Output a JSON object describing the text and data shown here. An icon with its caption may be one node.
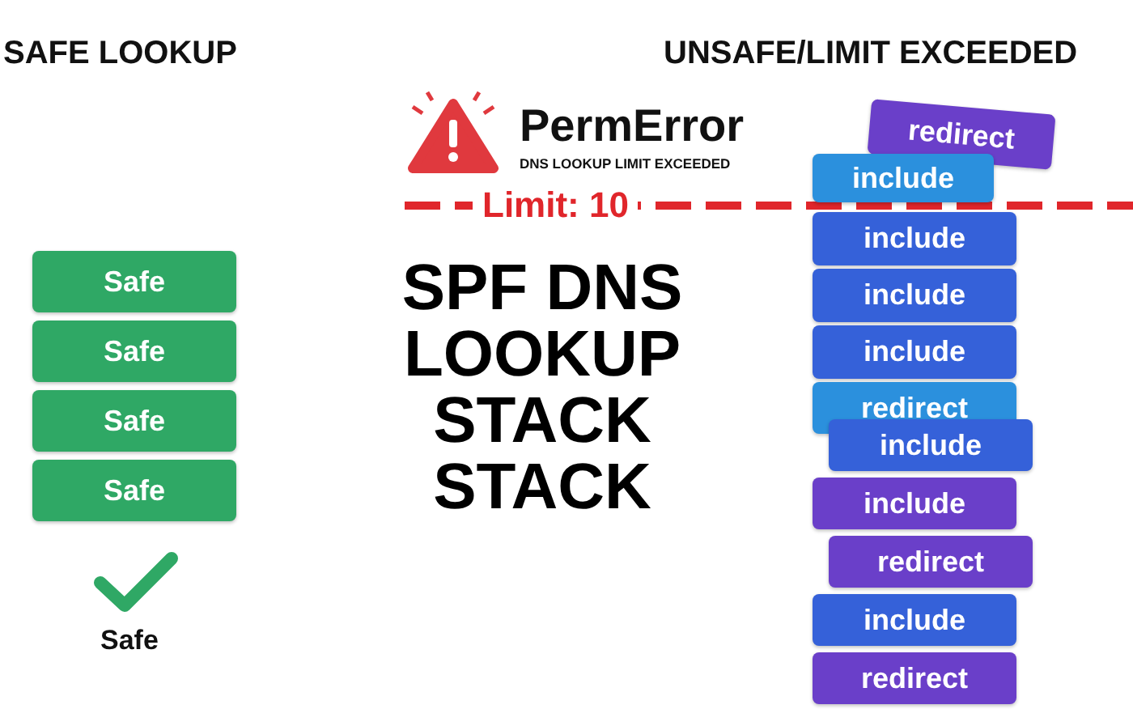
{
  "diagram": {
    "title": "SPF DNS LOOKUP STACK STACK",
    "nodes": [
      {
        "text": [
          "Safe"
        ]
      },
      {
        "text": [
          "Safe"
        ]
      },
      {
        "text": [
          "Safe"
        ]
      },
      {
        "text": [
          "Safe"
        ]
      },
      {
        "text": [
          "redirect"
        ]
      },
      {
        "text": [
          "include"
        ]
      },
      {
        "text": [
          "include"
        ]
      },
      {
        "text": [
          "include"
        ]
      },
      {
        "text": [
          "include"
        ]
      },
      {
        "text": [
          "redirect"
        ]
      },
      {
        "text": [
          "include"
        ]
      },
      {
        "text": [
          "include"
        ]
      },
      {
        "text": [
          "redirect"
        ]
      },
      {
        "text": [
          "include"
        ]
      },
      {
        "text": [
          "redirect"
        ]
      }
    ],
    "edges": [],
    "labels": [
      "SAFE LOOKUP",
      "UNSAFE/LIMIT EXCEEDED",
      "PermError",
      "DNS LOOKUP LIMIT EXCEEDED",
      "Limit: 10",
      "Safe"
    ]
  }
}
